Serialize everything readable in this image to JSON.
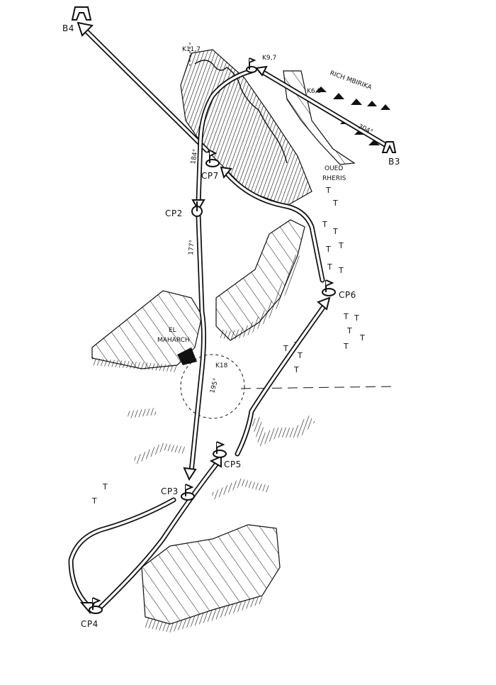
{
  "map": {
    "beacons": {
      "b4": "B4",
      "b3": "B3"
    },
    "checkpoints": {
      "cp2": "CP2",
      "cp3": "CP3",
      "cp4": "CP4",
      "cp5": "CP5",
      "cp6": "CP6",
      "cp7": "CP7"
    },
    "km_marks": {
      "k11_7": "K11,7",
      "k9_7": "K9,7",
      "k6_8": "K6,8",
      "k18": "K18"
    },
    "bearings": {
      "b3_leg": "304°",
      "cp7_leg": "184°",
      "cp2_leg": "177°",
      "cross_leg": "195°"
    },
    "places": {
      "rich_mbirika": "RICH MBIRIKA",
      "oued_rheris_1": "OUED",
      "oued_rheris_2": "RHERIS",
      "el_maharch_1": "EL",
      "el_maharch_2": "MAHARCH"
    }
  }
}
